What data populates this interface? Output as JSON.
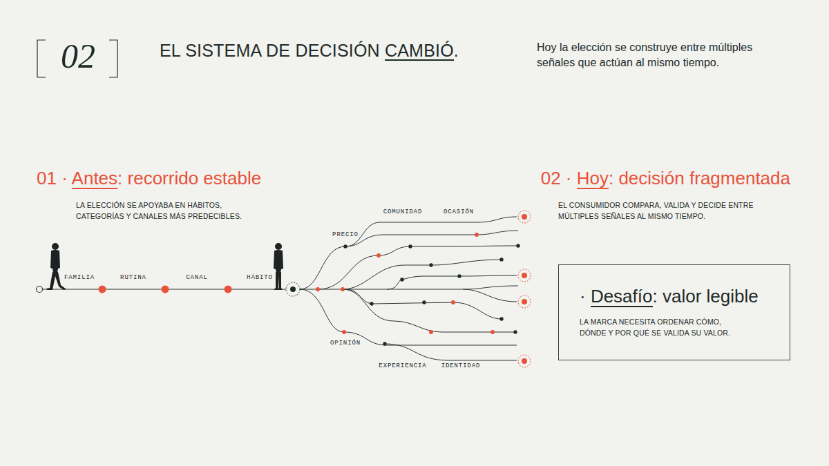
{
  "diagram": {
    "title": "EL SISTEMA DE DECISIÓN CAMBIÓ.",
    "nodes": [
      {
        "text": [
          "· Desafío: valor legible",
          "LA MARCA NECESITA ORDENAR CÓMO, DÓNDE Y POR QUÉ SE VALIDA SU VALOR."
        ]
      }
    ],
    "labels": [
      "02",
      "Hoy la elección se construye entre múltiples señales que actúan al mismo tiempo.",
      "01 · Antes: recorrido estable",
      "LA ELECCIÓN SE APOYABA EN HÁBITOS, CATEGORÍAS Y CANALES MÁS PREDECIBLES.",
      "FAMILIA",
      "RUTINA",
      "CANAL",
      "HÁBITO",
      "PRECIO",
      "COMUNIDAD",
      "OCASIÓN",
      "OPINIÓN",
      "EXPERIENCIA",
      "IDENTIDAD",
      "02 · Hoy: decisión fragmentada",
      "EL CONSUMIDOR COMPARA, VALIDA Y DECIDE ENTRE MÚLTIPLES SEÑALES AL MISMO TIEMPO."
    ]
  }
}
